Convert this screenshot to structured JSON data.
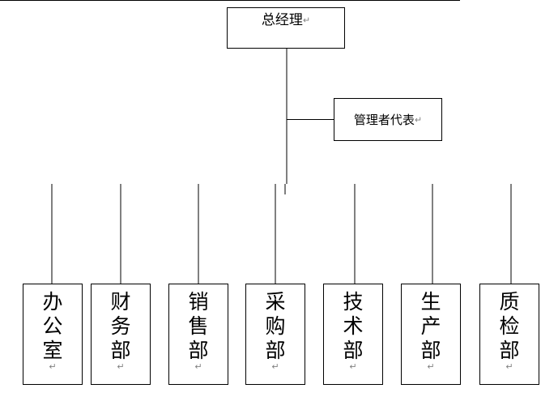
{
  "diagram": {
    "title_node": {
      "label": "总经理",
      "pilcrow": "↵"
    },
    "staff_node": {
      "label": "管理者代表",
      "pilcrow": "↵"
    },
    "departments": [
      {
        "label": "办公室",
        "chars": [
          "办",
          "公",
          "室"
        ],
        "pilcrow": "↵"
      },
      {
        "label": "财务部",
        "chars": [
          "财",
          "务",
          "部"
        ],
        "pilcrow": "↵"
      },
      {
        "label": "销售部",
        "chars": [
          "销",
          "售",
          "部"
        ],
        "pilcrow": "↵"
      },
      {
        "label": "采购部",
        "chars": [
          "采",
          "购",
          "部"
        ],
        "pilcrow": "↵"
      },
      {
        "label": "技术部",
        "chars": [
          "技",
          "术",
          "部"
        ],
        "pilcrow": "↵"
      },
      {
        "label": "生产部",
        "chars": [
          "生",
          "产",
          "部"
        ],
        "pilcrow": "↵"
      },
      {
        "label": "质检部",
        "chars": [
          "质",
          "检",
          "部"
        ],
        "pilcrow": "↵"
      }
    ],
    "colors": {
      "box_border": "#000000",
      "connector_line": "#808080",
      "bus_line": "#000000",
      "text": "#000000",
      "pilcrow": "#808080",
      "background": "#ffffff"
    }
  }
}
